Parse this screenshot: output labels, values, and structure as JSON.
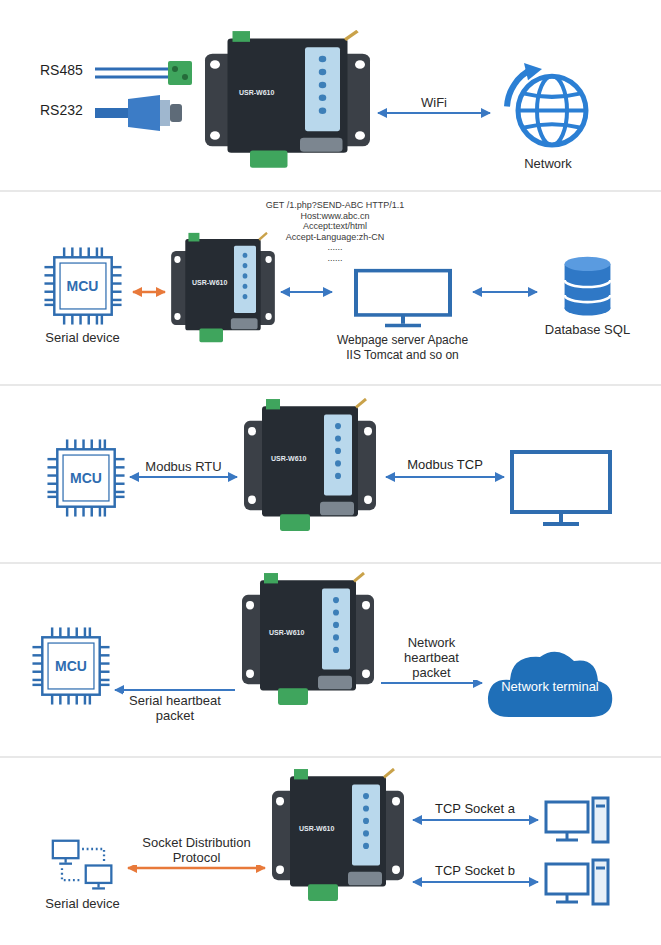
{
  "diagram": {
    "nodes": [
      {
        "text": [
          "USR-W610"
        ]
      },
      {
        "text": [
          "Network"
        ]
      },
      {
        "text": [
          "MCU",
          "Serial device"
        ]
      },
      {
        "text": [
          "USR-W610"
        ]
      },
      {
        "text": [
          "Webpage server Apache IIS Tomcat and so on"
        ]
      },
      {
        "text": [
          "Database SQL"
        ]
      },
      {
        "text": [
          "MCU"
        ]
      },
      {
        "text": [
          "USR-W610"
        ]
      },
      {
        "text": [
          "USR-W610"
        ]
      },
      {
        "text": [
          "MCU"
        ]
      },
      {
        "text": [
          "Network terminal"
        ]
      },
      {
        "text": [
          "USR-W610"
        ]
      },
      {
        "text": [
          "Serial device"
        ]
      }
    ],
    "edges": [
      {
        "from": 0,
        "to": 1,
        "label": "WiFi",
        "arrow": "both"
      },
      {
        "from": 2,
        "to": 3,
        "arrow": "both"
      },
      {
        "from": 3,
        "to": 4,
        "arrow": "both"
      },
      {
        "from": 4,
        "to": 5,
        "arrow": "both"
      },
      {
        "from": 6,
        "to": 7,
        "label": "Modbus RTU",
        "arrow": "both"
      },
      {
        "from": 8,
        "to": 9,
        "label": "Serial heartbeat packet",
        "arrow": "to"
      },
      {
        "from": 8,
        "to": 10,
        "label": "Network heartbeat packet",
        "arrow": "to"
      },
      {
        "from": 11,
        "to": 12,
        "label": "Socket Distribution Protocol",
        "arrow": "both"
      }
    ],
    "labels": [
      "RS485",
      "RS232",
      "GET /1.php?SEND-ABC HTTP/1.1",
      "Host:www.abc.cn",
      "Accept:text/html",
      "Accept-Language:zh-CN",
      "......",
      "......",
      "Modbus TCP",
      "TCP Socket a",
      "TCP Socket b"
    ]
  }
}
